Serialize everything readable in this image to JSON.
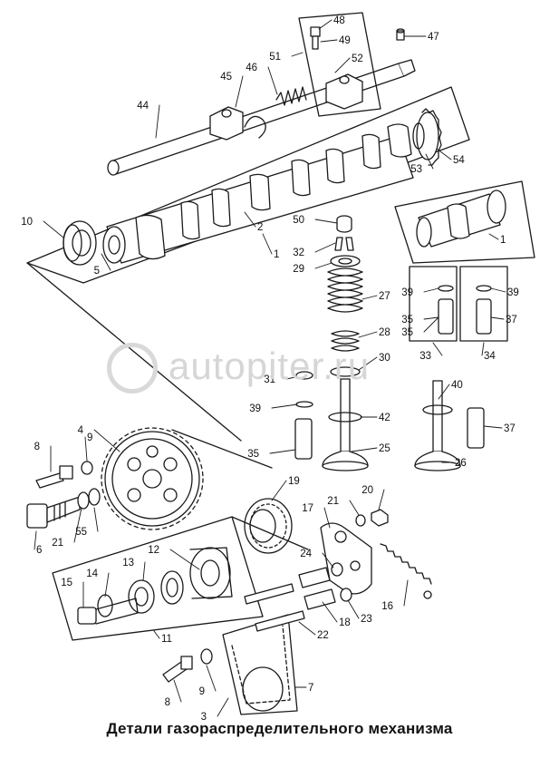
{
  "caption": "Детали газораспределительного механизма",
  "watermark": "autopiter.ru",
  "watermark_mark": "a>",
  "colors": {
    "ink": "#1a1a1a",
    "paper": "#ffffff",
    "watermark": "#d6d6d6"
  },
  "labels": [
    "1",
    "1",
    "2",
    "3",
    "4",
    "5",
    "6",
    "7",
    "8",
    "8",
    "9",
    "9",
    "10",
    "11",
    "12",
    "13",
    "14",
    "15",
    "16",
    "17",
    "18",
    "19",
    "20",
    "21",
    "21",
    "22",
    "23",
    "24",
    "25",
    "26",
    "27",
    "28",
    "29",
    "30",
    "31",
    "32",
    "33",
    "34",
    "35",
    "35",
    "35",
    "37",
    "37",
    "39",
    "39",
    "39",
    "40",
    "42",
    "44",
    "45",
    "46",
    "47",
    "48",
    "49",
    "50",
    "51",
    "52",
    "53",
    "54",
    "55"
  ]
}
